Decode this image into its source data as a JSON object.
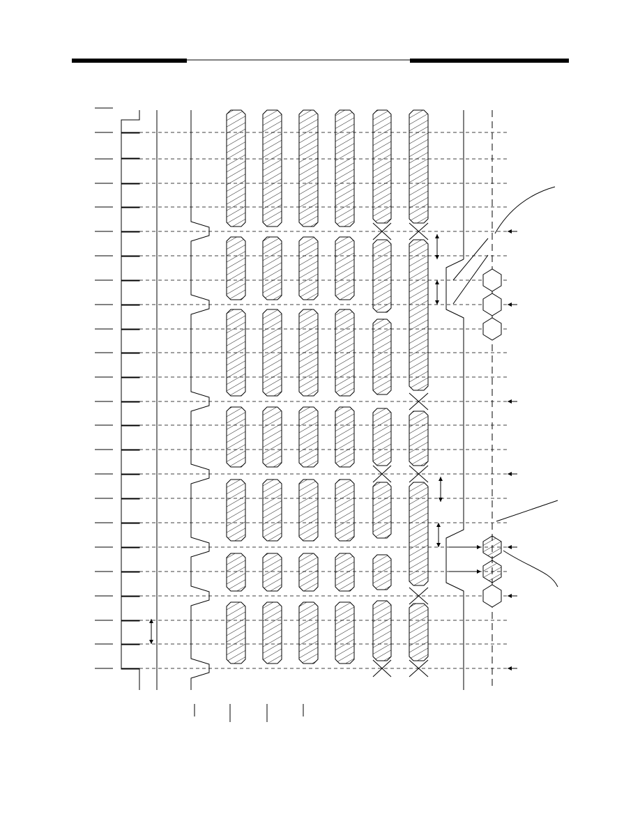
{
  "document": {
    "title": "",
    "caption": ""
  },
  "timing_diagram": {
    "cycle_count": 24,
    "signal_lanes": 12,
    "bus_groups": 6,
    "colors": {
      "line": "#000000",
      "background": "#ffffff"
    },
    "labels": []
  }
}
